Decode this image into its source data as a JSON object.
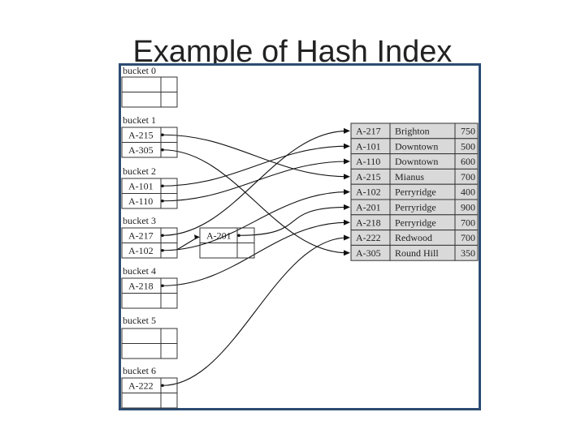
{
  "title": "Example of Hash Index",
  "buckets": [
    {
      "label": "bucket 0",
      "entries": [
        "",
        ""
      ]
    },
    {
      "label": "bucket 1",
      "entries": [
        "A-215",
        "A-305"
      ]
    },
    {
      "label": "bucket 2",
      "entries": [
        "A-101",
        "A-110"
      ]
    },
    {
      "label": "bucket 3",
      "entries": [
        "A-217",
        "A-102"
      ]
    },
    {
      "label": "bucket 4",
      "entries": [
        "A-218",
        ""
      ]
    },
    {
      "label": "bucket 5",
      "entries": [
        "",
        ""
      ]
    },
    {
      "label": "bucket 6",
      "entries": [
        "A-222",
        ""
      ]
    }
  ],
  "overflow_bucket": {
    "entries": [
      "A-201",
      ""
    ]
  },
  "records": [
    [
      "A-217",
      "Brighton",
      "750"
    ],
    [
      "A-101",
      "Downtown",
      "500"
    ],
    [
      "A-110",
      "Downtown",
      "600"
    ],
    [
      "A-215",
      "Mianus",
      "700"
    ],
    [
      "A-102",
      "Perryridge",
      "400"
    ],
    [
      "A-201",
      "Perryridge",
      "900"
    ],
    [
      "A-218",
      "Perryridge",
      "700"
    ],
    [
      "A-222",
      "Redwood",
      "700"
    ],
    [
      "A-305",
      "Round Hill",
      "350"
    ]
  ]
}
